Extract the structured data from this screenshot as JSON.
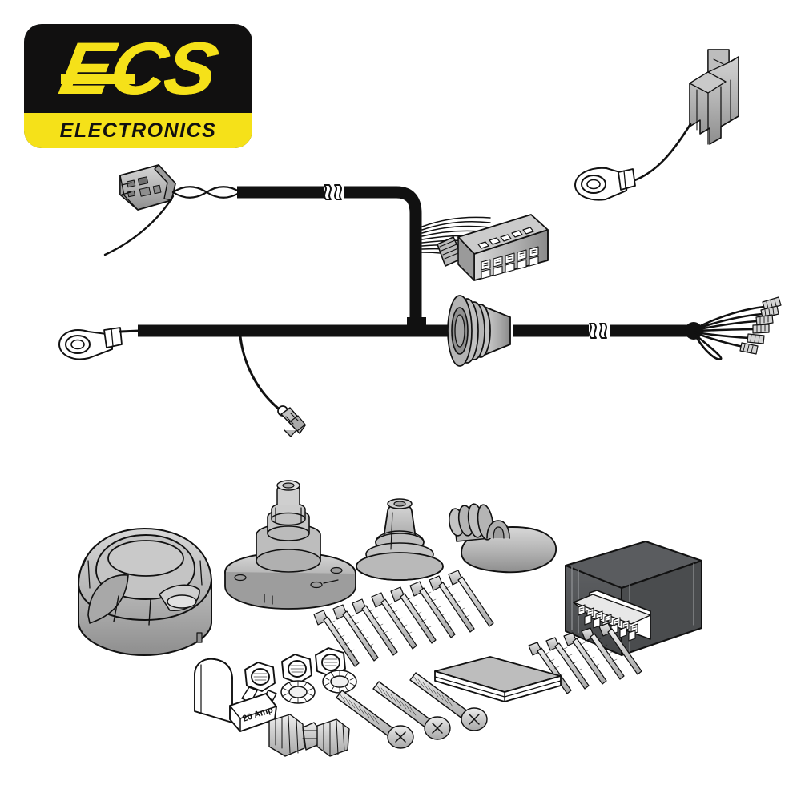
{
  "document": {
    "kind": "product-illustration",
    "subject": "Towbar wiring harness kit",
    "background_color": "#ffffff"
  },
  "brand": {
    "name": "ECS",
    "tagline": "ELECTRONICS",
    "plate_color": "#111010",
    "accent_color": "#f5e119"
  },
  "palette": {
    "cable_black": "#111111",
    "plastic_gray": "#b4b4b4",
    "plastic_gray_dark": "#8c8c8c",
    "plastic_gray_light": "#d6d6d6",
    "module_body": "#4f5052",
    "module_top": "#56585a",
    "outline": "#111111",
    "metal": "#c9c9c9",
    "white": "#ffffff"
  },
  "harness": {
    "title": "Wiring harness loom",
    "parts": [
      {
        "id": "vehicle-connector",
        "label": "Vehicle plug connector"
      },
      {
        "id": "twisted-pair",
        "label": "Twisted wire pair"
      },
      {
        "id": "main-cable",
        "label": "Main black cable"
      },
      {
        "id": "break-marks",
        "label": "Cable length break marks"
      },
      {
        "id": "multi-pin-connector",
        "label": "Multi-pin connector block"
      },
      {
        "id": "block-connector",
        "label": "Block connector"
      },
      {
        "id": "ring-terminal-right",
        "label": "Earth ring terminal"
      },
      {
        "id": "ring-terminal-left",
        "label": "Earth ring terminal"
      },
      {
        "id": "rubber-grommet",
        "label": "Rubber grommet on cable"
      },
      {
        "id": "spade-terminal",
        "label": "Spade terminal wire"
      },
      {
        "id": "wire-fan",
        "label": "Fanned wire ends with crimp terminals"
      }
    ],
    "fanned_wire_count": 7
  },
  "components": {
    "title": "Included hardware",
    "items": [
      {
        "id": "socket-housing",
        "label": "Socket housing",
        "qty": 1
      },
      {
        "id": "socket-baseplate",
        "label": "Socket mounting base plate",
        "qty": 1
      },
      {
        "id": "cone-grommet",
        "label": "Conical rubber grommet",
        "qty": 1
      },
      {
        "id": "socket-cap",
        "label": "Rubber socket cap",
        "qty": 1
      },
      {
        "id": "control-module",
        "label": "Control module",
        "qty": 1
      },
      {
        "id": "cable-ties",
        "label": "Cable ties",
        "qty": 13
      },
      {
        "id": "fuse-holder",
        "label": "Fuse holder cover",
        "qty": 1
      },
      {
        "id": "hex-nuts",
        "label": "Hex nuts",
        "qty": 3
      },
      {
        "id": "serrated-washers",
        "label": "Serrated lock washers",
        "qty": 2
      },
      {
        "id": "blade-fuse",
        "label": "Blade fuse",
        "qty": 1
      },
      {
        "id": "metal-clips",
        "label": "Metal earth clips",
        "qty": 2
      },
      {
        "id": "screws",
        "label": "Phillips machine screws",
        "qty": 3
      },
      {
        "id": "mounting-pad",
        "label": "Mounting pad",
        "qty": 1
      }
    ]
  },
  "labels": {
    "fuse_rating": "20 Amp"
  }
}
